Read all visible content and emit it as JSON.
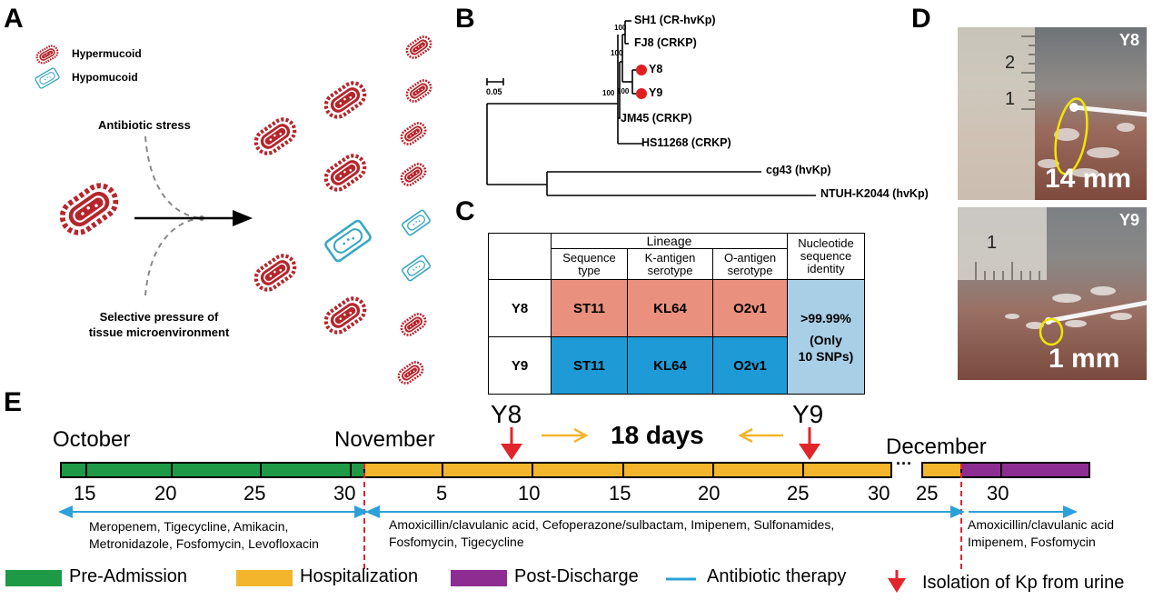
{
  "panels": {
    "A": "A",
    "B": "B",
    "C": "C",
    "D": "D",
    "E": "E"
  },
  "panelA": {
    "legend_hyper": "Hypermucoid",
    "legend_hypo": "Hypomucoid",
    "stress_top": "Antibiotic stress",
    "stress_bottom_1": "Selective pressure of",
    "stress_bottom_2": "tissue microenvironment",
    "colors": {
      "hyper": "#b5262c",
      "hypo": "#3aa7c4"
    }
  },
  "panelB": {
    "scale_label": "0.05",
    "taxa": [
      {
        "name": "SH1 (CR-hvKp)",
        "highlight": false
      },
      {
        "name": "FJ8 (CRKP)",
        "highlight": false
      },
      {
        "name": "Y8",
        "highlight": true
      },
      {
        "name": "Y9",
        "highlight": true
      },
      {
        "name": "JM45 (CRKP)",
        "highlight": false
      },
      {
        "name": "HS11268 (CRKP)",
        "highlight": false
      },
      {
        "name": "cg43 (hvKp)",
        "highlight": false
      },
      {
        "name": "NTUH-K2044 (hvKp)",
        "highlight": false
      }
    ],
    "bootstrap": [
      "100",
      "100",
      "100",
      "100"
    ],
    "highlight_color": "#e02020"
  },
  "panelC": {
    "lineage": "Lineage",
    "col_seq": "Sequence type",
    "col_k": "K-antigen serotype",
    "col_o": "O-antigen serotype",
    "col_ident": "Nucleotide sequence identity",
    "rows": [
      {
        "isolate": "Y8",
        "seq": "ST11",
        "k": "KL64",
        "o": "O2v1"
      },
      {
        "isolate": "Y9",
        "seq": "ST11",
        "k": "KL64",
        "o": "O2v1"
      }
    ],
    "identity_1": ">99.99%",
    "identity_2": "(Only",
    "identity_3": "10 SNPs)",
    "colors": {
      "y8": "#e9907f",
      "y9": "#1e9ad6",
      "identity": "#a9cfe7"
    }
  },
  "panelD": {
    "top_label": "Y8",
    "top_size": "14 mm",
    "bottom_label": "Y9",
    "bottom_size": "1 mm",
    "ruler_top": [
      "2",
      "1"
    ],
    "ruler_bottom": [
      "1"
    ]
  },
  "panelE": {
    "months": [
      "October",
      "November",
      "December"
    ],
    "ticks": [
      "15",
      "20",
      "25",
      "30",
      "5",
      "10",
      "15",
      "20",
      "25",
      "30",
      "25",
      "30"
    ],
    "y8": "Y8",
    "y9": "Y9",
    "interval": "18 days",
    "ellipsis": "···",
    "drugs_pre_1": "Meropenem, Tigecycline, Amikacin,",
    "drugs_pre_2": "Metronidazole, Fosfomycin, Levofloxacin",
    "drugs_hosp_1": "Amoxicillin/clavulanic acid, Cefoperazone/sulbactam, Imipenem, Sulfonamides,",
    "drugs_hosp_2": "Fosfomycin, Tigecycline",
    "drugs_post_1": "Amoxicillin/clavulanic acid",
    "drugs_post_2": "Imipenem, Fosfomycin",
    "legend": {
      "pre": "Pre-Admission",
      "hosp": "Hospitalization",
      "post": "Post-Discharge",
      "therapy": "Antibiotic therapy",
      "isolation": "Isolation of Kp from urine"
    },
    "colors": {
      "pre": "#1e9a46",
      "hosp": "#f3b52c",
      "post": "#8e2d91",
      "therapy": "#2ea0d8",
      "isolation": "#e0262b"
    }
  }
}
